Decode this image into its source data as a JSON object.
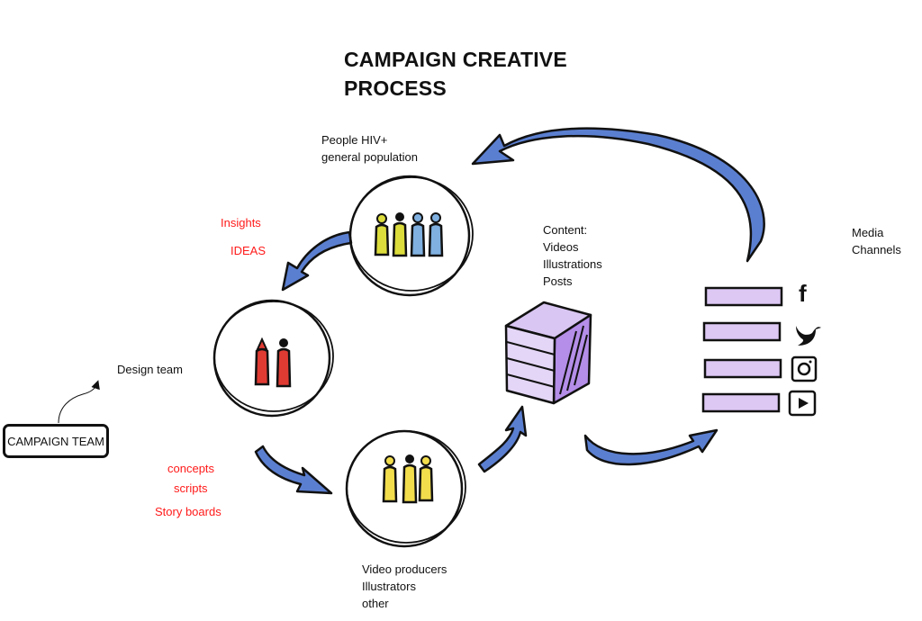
{
  "title": {
    "line1": "CAMPAIGN CREATIVE",
    "line2": "PROCESS"
  },
  "nodes": {
    "people": {
      "line1": "People HIV+",
      "line2": "general population"
    },
    "design_team": {
      "label": "Design team"
    },
    "producers": {
      "line1": "Video producers",
      "line2": "Illustrators",
      "line3": "other"
    },
    "content": {
      "line1": "Content:",
      "line2": "Videos",
      "line3": "Illustrations",
      "line4": "Posts"
    },
    "media": {
      "line1": "Media",
      "line2": "Channels"
    },
    "campaign_team": {
      "label": "CAMPAIGN TEAM"
    }
  },
  "annotations": {
    "insights": "Insights",
    "ideas": "IDEAS",
    "concepts": "concepts",
    "scripts": "scripts",
    "storyboards": "Story boards"
  },
  "media_channels": [
    {
      "icon": "facebook-icon",
      "glyph": "f"
    },
    {
      "icon": "twitter-icon",
      "glyph": "bird"
    },
    {
      "icon": "instagram-icon",
      "glyph": "camera"
    },
    {
      "icon": "youtube-icon",
      "glyph": "play"
    }
  ],
  "colors": {
    "arrow_blue": "#5b7fd0",
    "annotation_red": "#ff1a1a",
    "purple": "#d9c6f2",
    "purple_dark": "#b48ee8",
    "figure_yellow": "#f2dd4c",
    "figure_lime": "#dcdc3c",
    "figure_blue": "#7fb0e0",
    "figure_red": "#e03b33"
  }
}
